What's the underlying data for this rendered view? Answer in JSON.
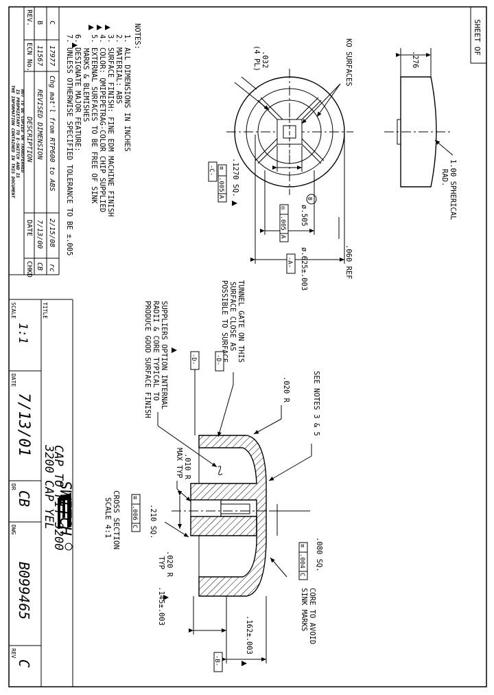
{
  "sheet_of": "SHEET  OF",
  "notes": {
    "heading": "NOTES:",
    "items": [
      "1. ALL DIMENSIONS IN INCHES",
      "2. MATERIAL: ABS",
      "3. SURFACE FINISH: FINE EDM MACHINE FINISH",
      "4. COLOR: QMIPEPETRAG-COLOR CHIP SUPPLIED",
      "5. EXTERNAL SURFACES TO BE FREE OF SINK",
      "MARKS & BLEMISHES",
      "6.  DESIGNATE MAJOR FEATURE:",
      "7. UNLESS OTHERWISE SPECIFIED TOLERANCE TO BE ±.005"
    ]
  },
  "revisions": {
    "rows": [
      {
        "rev": "C",
        "ecn": "17977",
        "desc": "Chg mat'l from RTP600 to ABS",
        "date": "2/15/08",
        "chkd": "rc"
      },
      {
        "rev": "B",
        "ecn": "11567",
        "desc": "REVISED DIMENSION",
        "date": "7/13/00",
        "chkd": "CB"
      }
    ],
    "header": {
      "rev": "REV.",
      "ecn": "ECN No.",
      "desc": "DESCRIPTION",
      "date": "DATE",
      "chkd": "CHKD"
    },
    "disclaimer": [
      "THE INFORMATION CONTAINED IN THIS DOCUMENT",
      "IS PROPRIETARY TO E-SWITCH AND IS",
      "NOT TO BE COPIED OR TRANSFERRED"
    ]
  },
  "title_block": {
    "title_label": "TITLE",
    "title_line1": "3200 CAP YEL",
    "title_line2": "CAP TO FIT 3200 ",
    "logo_text": "SWITCH",
    "scale_label": "SCALE",
    "scale_value": "1:1",
    "date_label": "DATE",
    "date_value": "7/13/01",
    "dr_label": "DR",
    "dr_value": "CB",
    "dwg_label": "DWG",
    "dwg_value": "B099465",
    "rev_label": "REV",
    "rev_value": "C"
  },
  "top_view": {
    "ko_surfaces": "KO SURFACES",
    "dim_032": ".032",
    "dim_4pl": "(4 PL)",
    "dim_1270": ".1270 SQ.",
    "fc_1270": [
      "≡",
      ".005",
      "A"
    ],
    "datum_c": "-C-",
    "dim_505": "ø.505",
    "fc_505": [
      "◎",
      ".005",
      "A"
    ],
    "dim_625": "ø.625±.003",
    "datum_a": "-A-",
    "dim_060": ".060  REF",
    "balloon_b": "B"
  },
  "side_view": {
    "dim_276": ".276",
    "spherical_1": "1.00 SPHERICAL",
    "spherical_2": "RAD."
  },
  "cross_section": {
    "title": "CROSS SECTION",
    "scale": "SCALE 4:1",
    "see_notes": "SEE NOTES 3 & 5",
    "dim_020r": ".020 R",
    "tunnel": [
      "TUNNEL GATE ON THIS",
      "SURFACE CLOSE AS",
      "POSSIBLE TO SURFACE"
    ],
    "datum_d": "-D-",
    "suppliers": [
      "SUPPLIERS OPTION INTERNAL",
      "RADII & CORE TYPICAL TO",
      "PRODUCE GOOD SURFACE FINISH"
    ],
    "dim_010r": ".010 R",
    "max_typ": "MAX TYP",
    "dim_210": ".210 SQ.",
    "fc_210": [
      "≡",
      ".006",
      "C"
    ],
    "dim_020r_typ": ".020 R",
    "typ": "TYP",
    "dim_145": ".145±.003",
    "dim_080": ".080 SQ.",
    "fc_080": [
      "≡",
      ".004",
      "C"
    ],
    "core_note": [
      "CORE TO AVOID",
      "SINK MARKS"
    ],
    "dim_162": ".162±.003",
    "datum_b": "-B-"
  }
}
